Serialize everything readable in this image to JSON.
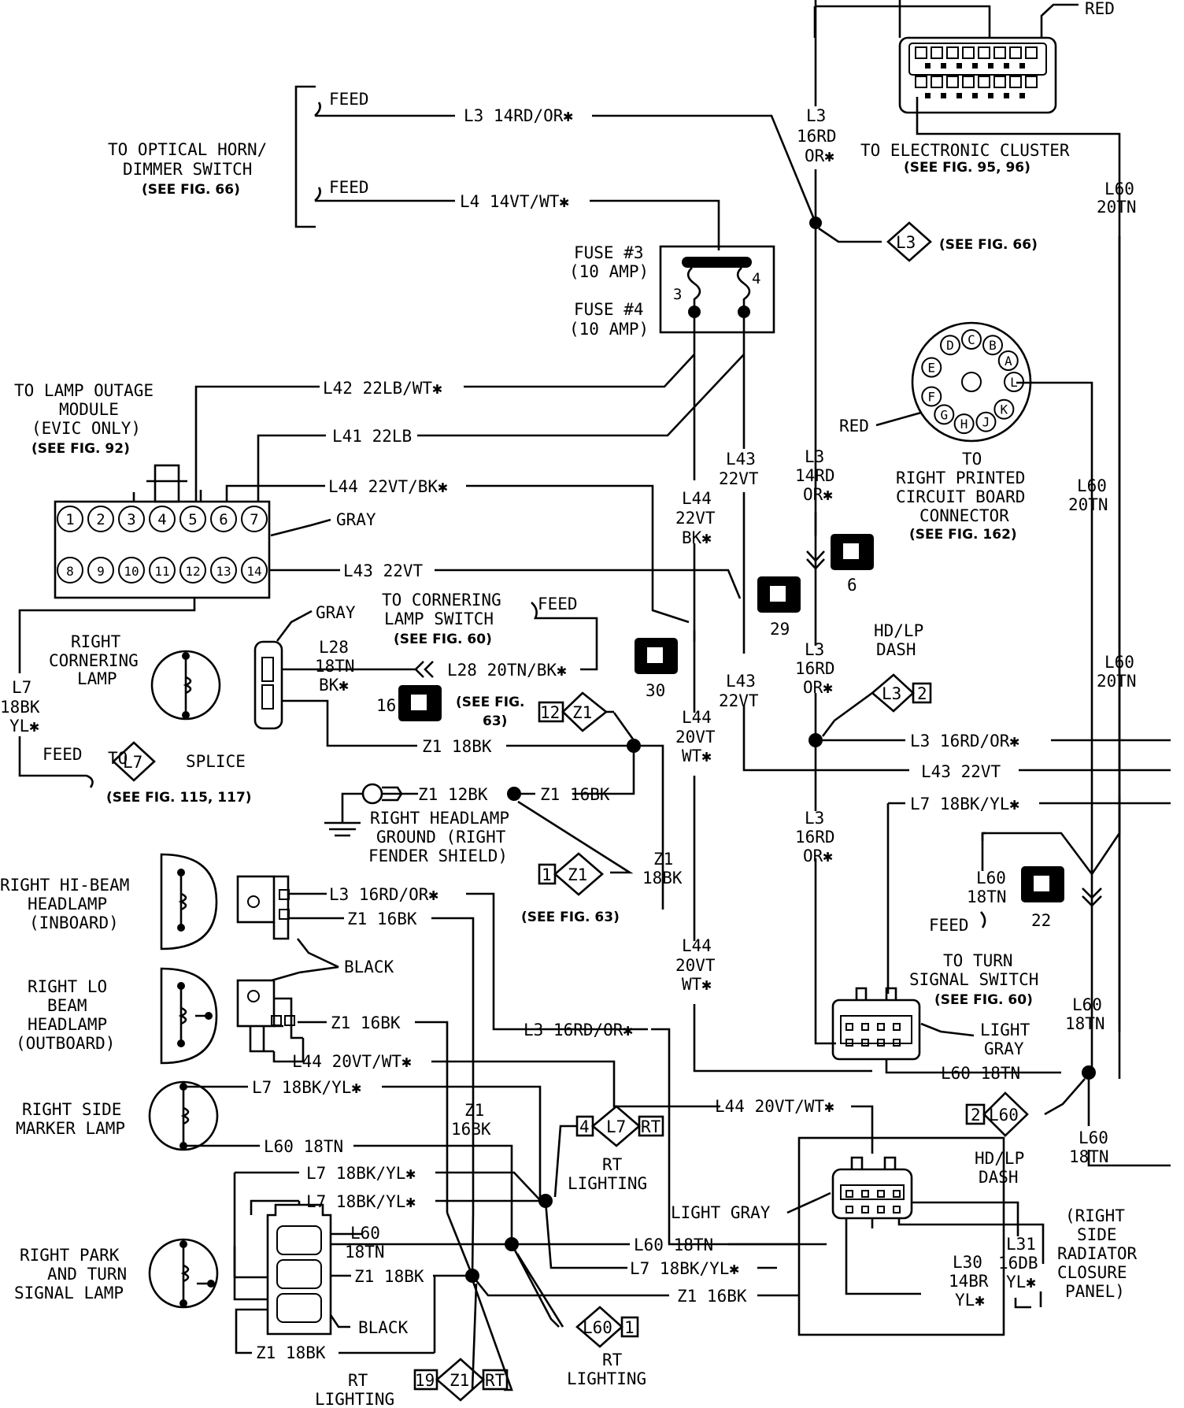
{
  "labels": {
    "red_top": "RED",
    "feed": "FEED",
    "feed2": "FEED",
    "horn_sw": "TO OPTICAL HORN/",
    "horn_sw2": "DIMMER SWITCH",
    "see66": "(SEE FIG. 66)",
    "l3_14rd": "L3 14RD/OR✱",
    "l4_14vt": "L4 14VT/WT✱",
    "l3": "L3",
    "rd16": "16RD",
    "or": "OR✱",
    "cluster": "TO ELECTRONIC CLUSTER",
    "cluster_ref": "(SEE FIG. 95, 96)",
    "l60": "L60",
    "tn20": "20TN",
    "l3_see66": "(SEE FIG. 66)",
    "fuse3": "FUSE #3",
    "amp10": "(10 AMP)",
    "fuse4": "FUSE #4",
    "amp10b": "(10 AMP)",
    "lamp_outage1": "TO LAMP OUTAGE",
    "lamp_outage2": "MODULE",
    "lamp_outage3": "(EVIC ONLY)",
    "lamp_outage4": "(SEE FIG. 92)",
    "l42": "L42 22LB/WT✱",
    "l41": "L41 22LB",
    "l44_22": "L44 22VT/BK✱",
    "l43_22": "L43 22VT",
    "gray": "GRAY",
    "l43": "L43",
    "vt22": "22VT",
    "l44": "L44",
    "bk": "BK✱",
    "l3b": "L3",
    "rd14": "14RD",
    "orb": "OR✱",
    "red_ign": "RED",
    "to": "TO",
    "rpcb1": "RIGHT PRINTED",
    "rpcb2": "CIRCUIT BOARD",
    "rpcb3": "CONNECTOR",
    "rpcb4": "(SEE FIG. 162)",
    "c6": "6",
    "c29": "29",
    "c30": "30",
    "c16": "16",
    "c22": "22",
    "gray2": "GRAY",
    "corner_sw1": "TO CORNERING",
    "corner_sw2": "LAMP SWITCH",
    "corner_sw3": "(SEE FIG. 60)",
    "feed3": "FEED",
    "l28": "L28",
    "tn18": "18TN",
    "bk2": "BK✱",
    "l28_20": "L28 20TN/BK✱",
    "see63": "(SEE FIG.",
    "see63b": "63)",
    "rcorner1": "RIGHT",
    "rcorner2": "CORNERING",
    "rcorner3": "LAMP",
    "l7": "L7",
    "bk18": "18BK",
    "yl": "YL✱",
    "feed4": "FEED",
    "to_l7": "TO",
    "splice": "SPLICE",
    "see115": "(SEE FIG. 115, 117)",
    "z1_18bk": "Z1 18BK",
    "z1_12bk": "Z1 12BK",
    "z1_16bk": "Z1 16BK",
    "gnd1": "RIGHT HEADLAMP",
    "gnd2": "GROUND (RIGHT",
    "gnd3": "FENDER SHIELD)",
    "z1": "Z1",
    "bk18b": "18BK",
    "see63c": "(SEE FIG. 63)",
    "hd_lp1": "HD/LP",
    "hd_lp2": "DASH",
    "l3c": "L3",
    "rd16b": "16RD",
    "orc": "OR✱",
    "l43b": "L43",
    "vt22b": "22VT",
    "l44b": "L44",
    "vt20": "20VT",
    "wt": "WT✱",
    "l3_16rd": "L3 16RD/OR✱",
    "l43_22vt": "L43 22VT",
    "l7_18bk": "L7 18BK/YL✱",
    "l3d": "L3",
    "rd16c": "16RD",
    "ord": "OR✱",
    "l60b": "L60",
    "tn18b": "18TN",
    "feed5": "FEED",
    "turn1": "TO TURN",
    "turn2": "SIGNAL SWITCH",
    "turn3": "(SEE FIG. 60)",
    "l60c": "L60",
    "tn20c": "20TN",
    "l60d": "L60",
    "tn20d": "20TN",
    "hibeam1": "RIGHT HI-BEAM",
    "hibeam2": "HEADLAMP",
    "hibeam3": "(INBOARD)",
    "l3_16rd_b": "L3 16RD/OR✱",
    "z1_16bk_b": "Z1 16BK",
    "black": "BLACK",
    "lobeam1": "RIGHT LO",
    "lobeam2": "BEAM",
    "lobeam3": "HEADLAMP",
    "lobeam4": "(OUTBOARD)",
    "z1_16bk_c": "Z1 16BK",
    "l3_16rd_c": "L3 16RD/OR✱",
    "l44_20vt": "L44 20VT/WT✱",
    "l44c": "L44",
    "vt20b": "20VT",
    "wtb": "WT✱",
    "light_gray1": "LIGHT",
    "light_gray2": "GRAY",
    "l60_18tn": "L60 18TN",
    "l60e": "L60",
    "tn18e": "18TN",
    "marker1": "RIGHT SIDE",
    "marker2": "MARKER LAMP",
    "l7_18bk_b": "L7 18BK/YL✱",
    "l60_18tn_b": "L60 18TN",
    "z1b": "Z1",
    "bk16": "16BK",
    "l44_20vt_b": "L44 20VT/WT✱",
    "rt_lighting": "RT",
    "rt_lighting2": "LIGHTING",
    "hd_lp3": "HD/LP",
    "hd_lp4": "DASH",
    "l60f": "L60",
    "tn18f": "18TN",
    "l7_18bk_c": "L7 18BK/YL✱",
    "l7_18bk_d": "L7 18BK/YL✱",
    "light_gray3": "LIGHT GRAY",
    "l60g": "L60",
    "tn18g": "18TN",
    "l60_18tn_c": "L60 18TN",
    "park1": "RIGHT PARK",
    "park2": "AND TURN",
    "park3": "SIGNAL LAMP",
    "z1_18bk_b": "Z1 18BK",
    "l7_18bk_e": "L7 18BK/YL✱",
    "z1_16bk_d": "Z1 16BK",
    "black2": "BLACK",
    "z1_18bk_c": "Z1 18BK",
    "l30": "L30",
    "br14": "14BR",
    "yl2": "YL✱",
    "l31": "L31",
    "db16": "16DB",
    "yl3": "YL✱",
    "radiator1": "(RIGHT",
    "radiator2": "SIDE",
    "radiator3": "RADIATOR",
    "radiator4": "CLOSURE",
    "radiator5": "PANEL)",
    "rt_lighting3": "RT",
    "rt_lighting4": "LIGHTING",
    "rt_lighting5": "RT",
    "rt_lighting6": "LIGHTING",
    "pin3": "3",
    "pin4": "4"
  },
  "diamonds": {
    "l3": "L3",
    "l7": "L7",
    "z1a": "Z1",
    "z1b": "Z1",
    "l3b": "L3",
    "l60a": "L60",
    "l7b": "L7",
    "l60b": "L60",
    "z1c": "Z1",
    "n12": "12",
    "n1": "1",
    "n2": "2",
    "n2b": "2",
    "n4": "4",
    "rt": "RT",
    "n1b": "1",
    "n19": "19",
    "rt2": "RT"
  },
  "connector_pins": {
    "top_row": [
      "1",
      "2",
      "3",
      "4",
      "5",
      "6",
      "7"
    ],
    "bottom_row": [
      "8",
      "9",
      "10",
      "11",
      "12",
      "13",
      "14"
    ]
  },
  "ign_pins": [
    "D",
    "C",
    "B",
    "A",
    "L",
    "K",
    "J",
    "H",
    "G",
    "F",
    "E"
  ]
}
